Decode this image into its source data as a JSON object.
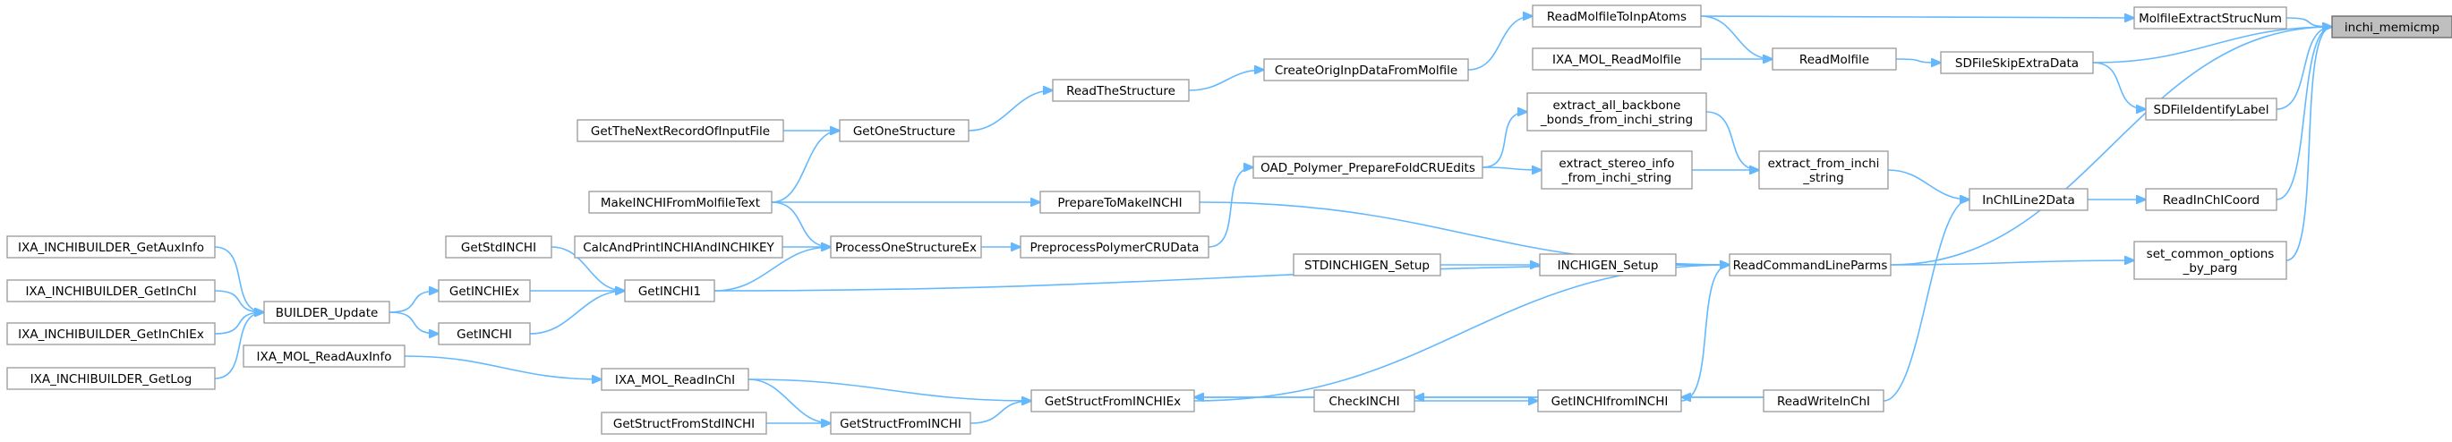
{
  "graph": {
    "root": "inchi_memicmp",
    "nodes": [
      {
        "id": "inchi_memicmp",
        "lines": [
          "inchi_memicmp"
        ]
      },
      {
        "id": "MolfileExtractStrucNum",
        "lines": [
          "MolfileExtractStrucNum"
        ]
      },
      {
        "id": "SDFileSkipExtraData",
        "lines": [
          "SDFileSkipExtraData"
        ]
      },
      {
        "id": "SDFileIdentifyLabel",
        "lines": [
          "SDFileIdentifyLabel"
        ]
      },
      {
        "id": "ReadInChICoord",
        "lines": [
          "ReadInChICoord"
        ]
      },
      {
        "id": "set_common_options_by_parg",
        "lines": [
          "set_common_options",
          "_by_parg"
        ]
      },
      {
        "id": "ReadMolfileToInpAtoms",
        "lines": [
          "ReadMolfileToInpAtoms"
        ]
      },
      {
        "id": "ReadMolfile",
        "lines": [
          "ReadMolfile"
        ]
      },
      {
        "id": "IXA_MOL_ReadMolfile",
        "lines": [
          "IXA_MOL_ReadMolfile"
        ]
      },
      {
        "id": "CreateOrigInpDataFromMolfile",
        "lines": [
          "CreateOrigInpDataFromMolfile"
        ]
      },
      {
        "id": "ReadTheStructure",
        "lines": [
          "ReadTheStructure"
        ]
      },
      {
        "id": "GetOneStructure",
        "lines": [
          "GetOneStructure"
        ]
      },
      {
        "id": "GetTheNextRecordOfInputFile",
        "lines": [
          "GetTheNextRecordOfInputFile"
        ]
      },
      {
        "id": "extract_all_backbone",
        "lines": [
          "extract_all_backbone",
          "_bonds_from_inchi_string"
        ]
      },
      {
        "id": "extract_stereo_info",
        "lines": [
          "extract_stereo_info",
          "_from_inchi_string"
        ]
      },
      {
        "id": "extract_from_inchi_string",
        "lines": [
          "extract_from_inchi",
          "_string"
        ]
      },
      {
        "id": "OAD_Polymer_PrepareFoldCRUEdits",
        "lines": [
          "OAD_Polymer_PrepareFoldCRUEdits"
        ]
      },
      {
        "id": "InChILine2Data",
        "lines": [
          "InChILine2Data"
        ]
      },
      {
        "id": "MakeINCHIFromMolfileText",
        "lines": [
          "MakeINCHIFromMolfileText"
        ]
      },
      {
        "id": "PrepareToMakeINCHI",
        "lines": [
          "PrepareToMakeINCHI"
        ]
      },
      {
        "id": "GetStdINCHI",
        "lines": [
          "GetStdINCHI"
        ]
      },
      {
        "id": "CalcAndPrintINCHIAndINCHIKEY",
        "lines": [
          "CalcAndPrintINCHIAndINCHIKEY"
        ]
      },
      {
        "id": "ProcessOneStructureEx",
        "lines": [
          "ProcessOneStructureEx"
        ]
      },
      {
        "id": "PreprocessPolymerCRUData",
        "lines": [
          "PreprocessPolymerCRUData"
        ]
      },
      {
        "id": "IXA_INCHIBUILDER_GetAuxInfo",
        "lines": [
          "IXA_INCHIBUILDER_GetAuxInfo"
        ]
      },
      {
        "id": "IXA_INCHIBUILDER_GetInChI",
        "lines": [
          "IXA_INCHIBUILDER_GetInChI"
        ]
      },
      {
        "id": "IXA_INCHIBUILDER_GetInChIEx",
        "lines": [
          "IXA_INCHIBUILDER_GetInChIEx"
        ]
      },
      {
        "id": "IXA_INCHIBUILDER_GetLog",
        "lines": [
          "IXA_INCHIBUILDER_GetLog"
        ]
      },
      {
        "id": "BUILDER_Update",
        "lines": [
          "BUILDER_Update"
        ]
      },
      {
        "id": "GetINCHIEx",
        "lines": [
          "GetINCHIEx"
        ]
      },
      {
        "id": "GetINCHI",
        "lines": [
          "GetINCHI"
        ]
      },
      {
        "id": "GetINCHI1",
        "lines": [
          "GetINCHI1"
        ]
      },
      {
        "id": "STDINCHIGEN_Setup",
        "lines": [
          "STDINCHIGEN_Setup"
        ]
      },
      {
        "id": "INCHIGEN_Setup",
        "lines": [
          "INCHIGEN_Setup"
        ]
      },
      {
        "id": "ReadCommandLineParms",
        "lines": [
          "ReadCommandLineParms"
        ]
      },
      {
        "id": "IXA_MOL_ReadAuxInfo",
        "lines": [
          "IXA_MOL_ReadAuxInfo"
        ]
      },
      {
        "id": "IXA_MOL_ReadInChI",
        "lines": [
          "IXA_MOL_ReadInChI"
        ]
      },
      {
        "id": "GetStructFromINCHIEx",
        "lines": [
          "GetStructFromINCHIEx"
        ]
      },
      {
        "id": "CheckINCHI",
        "lines": [
          "CheckINCHI"
        ]
      },
      {
        "id": "GetINCHIfromINCHI",
        "lines": [
          "GetINCHIfromINCHI"
        ]
      },
      {
        "id": "ReadWriteInChI",
        "lines": [
          "ReadWriteInChI"
        ]
      },
      {
        "id": "GetStructFromStdINCHI",
        "lines": [
          "GetStructFromStdINCHI"
        ]
      },
      {
        "id": "GetStructFromINCHI",
        "lines": [
          "GetStructFromINCHI"
        ]
      }
    ],
    "edges": [
      [
        "MolfileExtractStrucNum",
        "inchi_memicmp"
      ],
      [
        "SDFileSkipExtraData",
        "inchi_memicmp"
      ],
      [
        "SDFileIdentifyLabel",
        "inchi_memicmp"
      ],
      [
        "ReadInChICoord",
        "inchi_memicmp"
      ],
      [
        "set_common_options_by_parg",
        "inchi_memicmp"
      ],
      [
        "ReadCommandLineParms",
        "inchi_memicmp"
      ],
      [
        "ReadMolfileToInpAtoms",
        "MolfileExtractStrucNum"
      ],
      [
        "ReadMolfile",
        "SDFileSkipExtraData"
      ],
      [
        "SDFileSkipExtraData",
        "SDFileIdentifyLabel"
      ],
      [
        "InChILine2Data",
        "ReadInChICoord"
      ],
      [
        "ReadCommandLineParms",
        "set_common_options_by_parg"
      ],
      [
        "ReadMolfileToInpAtoms",
        "ReadMolfile"
      ],
      [
        "IXA_MOL_ReadMolfile",
        "ReadMolfile"
      ],
      [
        "CreateOrigInpDataFromMolfile",
        "ReadMolfileToInpAtoms"
      ],
      [
        "ReadTheStructure",
        "CreateOrigInpDataFromMolfile"
      ],
      [
        "GetOneStructure",
        "ReadTheStructure"
      ],
      [
        "GetTheNextRecordOfInputFile",
        "GetOneStructure"
      ],
      [
        "MakeINCHIFromMolfileText",
        "GetOneStructure"
      ],
      [
        "extract_all_backbone",
        "extract_from_inchi_string"
      ],
      [
        "extract_stereo_info",
        "extract_from_inchi_string"
      ],
      [
        "extract_from_inchi_string",
        "InChILine2Data"
      ],
      [
        "OAD_Polymer_PrepareFoldCRUEdits",
        "extract_all_backbone"
      ],
      [
        "OAD_Polymer_PrepareFoldCRUEdits",
        "extract_stereo_info"
      ],
      [
        "PreprocessPolymerCRUData",
        "OAD_Polymer_PrepareFoldCRUEdits"
      ],
      [
        "MakeINCHIFromMolfileText",
        "PrepareToMakeINCHI"
      ],
      [
        "MakeINCHIFromMolfileText",
        "ProcessOneStructureEx"
      ],
      [
        "CalcAndPrintINCHIAndINCHIKEY",
        "ProcessOneStructureEx"
      ],
      [
        "ProcessOneStructureEx",
        "PreprocessPolymerCRUData"
      ],
      [
        "GetINCHI1",
        "ProcessOneStructureEx"
      ],
      [
        "PrepareToMakeINCHI",
        "ReadCommandLineParms"
      ],
      [
        "GetStdINCHI",
        "GetINCHI1"
      ],
      [
        "GetINCHIEx",
        "GetINCHI1"
      ],
      [
        "GetINCHI",
        "GetINCHI1"
      ],
      [
        "GetINCHI1",
        "ReadCommandLineParms"
      ],
      [
        "BUILDER_Update",
        "GetINCHIEx"
      ],
      [
        "BUILDER_Update",
        "GetINCHI"
      ],
      [
        "IXA_INCHIBUILDER_GetAuxInfo",
        "BUILDER_Update"
      ],
      [
        "IXA_INCHIBUILDER_GetInChI",
        "BUILDER_Update"
      ],
      [
        "IXA_INCHIBUILDER_GetInChIEx",
        "BUILDER_Update"
      ],
      [
        "IXA_INCHIBUILDER_GetLog",
        "BUILDER_Update"
      ],
      [
        "STDINCHIGEN_Setup",
        "INCHIGEN_Setup"
      ],
      [
        "INCHIGEN_Setup",
        "ReadCommandLineParms"
      ],
      [
        "IXA_MOL_ReadAuxInfo",
        "IXA_MOL_ReadInChI"
      ],
      [
        "IXA_MOL_ReadInChI",
        "GetStructFromINCHIEx"
      ],
      [
        "IXA_MOL_ReadInChI",
        "GetStructFromINCHI"
      ],
      [
        "GetStructFromStdINCHI",
        "GetStructFromINCHI"
      ],
      [
        "GetStructFromINCHI",
        "GetStructFromINCHIEx"
      ],
      [
        "GetStructFromINCHIEx",
        "ReadCommandLineParms"
      ],
      [
        "CheckINCHI",
        "GetStructFromINCHIEx"
      ],
      [
        "GetINCHIfromINCHI",
        "CheckINCHI"
      ],
      [
        "CheckINCHI",
        "GetINCHIfromINCHI"
      ],
      [
        "GetINCHIfromINCHI",
        "ReadCommandLineParms"
      ],
      [
        "ReadWriteInChI",
        "GetINCHIfromINCHI"
      ],
      [
        "ReadWriteInChI",
        "GetStructFromINCHIEx"
      ],
      [
        "ReadWriteInChI",
        "InChILine2Data"
      ]
    ]
  }
}
